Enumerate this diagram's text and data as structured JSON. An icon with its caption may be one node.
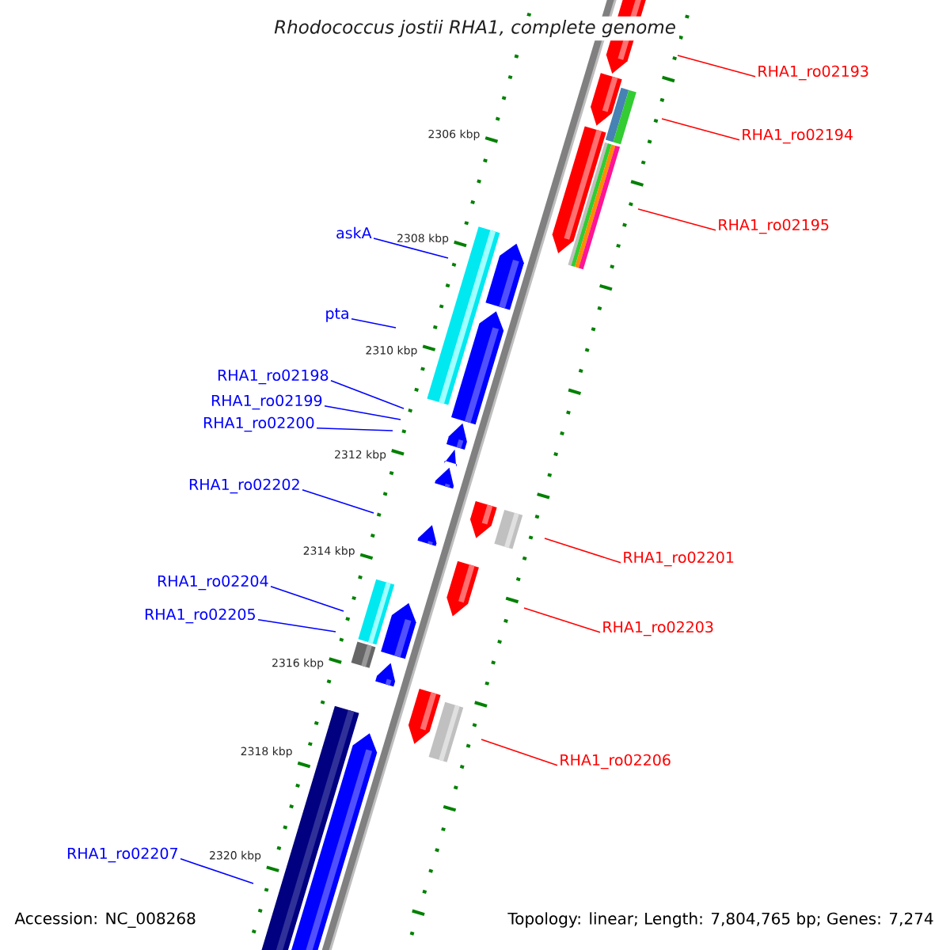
{
  "diagram": {
    "title": "Rhodococcus jostii RHA1, complete genome",
    "nodes": [
      {
        "text": [
          "RHA1_ro02193"
        ]
      },
      {
        "text": [
          "RHA1_ro02194"
        ]
      },
      {
        "text": [
          "RHA1_ro02195"
        ]
      },
      {
        "text": [
          "askA"
        ]
      },
      {
        "text": [
          "pta"
        ]
      },
      {
        "text": [
          "RHA1_ro02198"
        ]
      },
      {
        "text": [
          "RHA1_ro02199"
        ]
      },
      {
        "text": [
          "RHA1_ro02200"
        ]
      },
      {
        "text": [
          "RHA1_ro02202"
        ]
      },
      {
        "text": [
          "RHA1_ro02201"
        ]
      },
      {
        "text": [
          "RHA1_ro02204"
        ]
      },
      {
        "text": [
          "RHA1_ro02205"
        ]
      },
      {
        "text": [
          "RHA1_ro02203"
        ]
      },
      {
        "text": [
          "RHA1_ro02206"
        ]
      },
      {
        "text": [
          "RHA1_ro02207"
        ]
      }
    ],
    "edges": [
      {
        "from": 0,
        "to": null,
        "arrow": "none",
        "color": "#ff0000"
      },
      {
        "from": 1,
        "to": null,
        "arrow": "none",
        "color": "#ff0000"
      },
      {
        "from": 2,
        "to": null,
        "arrow": "none",
        "color": "#ff0000"
      },
      {
        "from": 3,
        "to": null,
        "arrow": "none"
      },
      {
        "from": 4,
        "to": null,
        "arrow": "none"
      },
      {
        "from": 5,
        "to": null,
        "arrow": "none"
      },
      {
        "from": 6,
        "to": null,
        "arrow": "none"
      },
      {
        "from": 7,
        "to": null,
        "arrow": "none"
      },
      {
        "from": 8,
        "to": null,
        "arrow": "none"
      },
      {
        "from": 9,
        "to": null,
        "arrow": "none",
        "color": "#ff0000"
      },
      {
        "from": 10,
        "to": null,
        "arrow": "none"
      },
      {
        "from": 11,
        "to": null,
        "arrow": "none"
      },
      {
        "from": 12,
        "to": null,
        "arrow": "none",
        "color": "#ff0000"
      },
      {
        "from": 13,
        "to": null,
        "arrow": "none",
        "color": "#ff0000"
      },
      {
        "from": 14,
        "to": null,
        "arrow": "none"
      }
    ],
    "labels": [
      "2306 kbp",
      "2308 kbp",
      "2310 kbp",
      "2312 kbp",
      "2314 kbp",
      "2316 kbp",
      "2318 kbp",
      "2320 kbp",
      "Accession: NC_008268",
      "Topology: linear; Length: 7,804,765 bp; Genes: 7,274"
    ]
  }
}
